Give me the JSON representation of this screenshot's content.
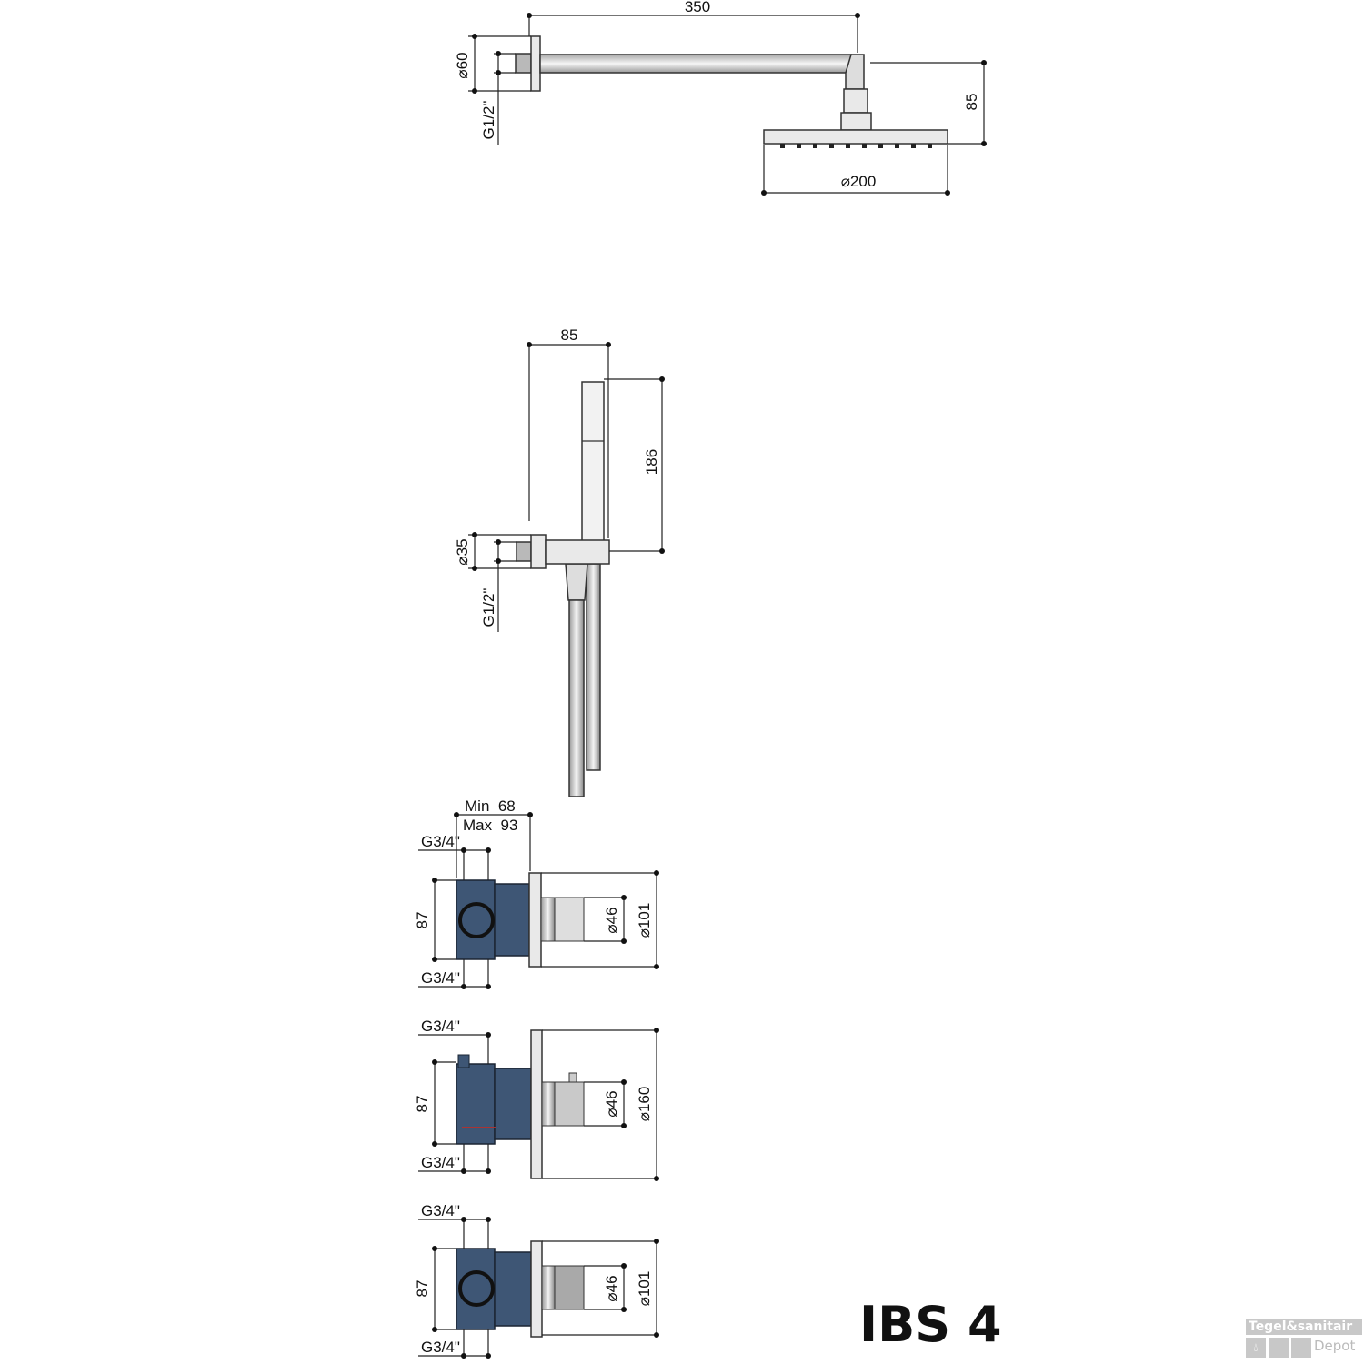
{
  "rain_shower": {
    "arm_length": "350",
    "head_height": "85",
    "head_diameter": "⌀200",
    "flange_diameter": "⌀60",
    "thread": "G1/2\""
  },
  "hand_shower": {
    "projection": "85",
    "handle_length": "186",
    "flange_diameter": "⌀35",
    "thread": "G1/2\""
  },
  "valves": {
    "depth_min": "Min  68",
    "depth_max": "Max  93",
    "valve_1": {
      "top_thread": "G3/4\"",
      "bottom_thread": "G3/4\"",
      "height": "87",
      "handle_diameter": "⌀46",
      "plate_diameter": "⌀101"
    },
    "valve_2": {
      "top_thread": "G3/4\"",
      "bottom_thread": "G3/4\"",
      "height": "87",
      "handle_diameter": "⌀46",
      "plate_diameter": "⌀160"
    },
    "valve_3": {
      "top_thread": "G3/4\"",
      "bottom_thread": "G3/4\"",
      "height": "87",
      "handle_diameter": "⌀46",
      "plate_diameter": "⌀101"
    }
  },
  "product_title": "IBS 4",
  "watermark": {
    "brand": "Tegel&sanitair",
    "sub": "Depot"
  }
}
